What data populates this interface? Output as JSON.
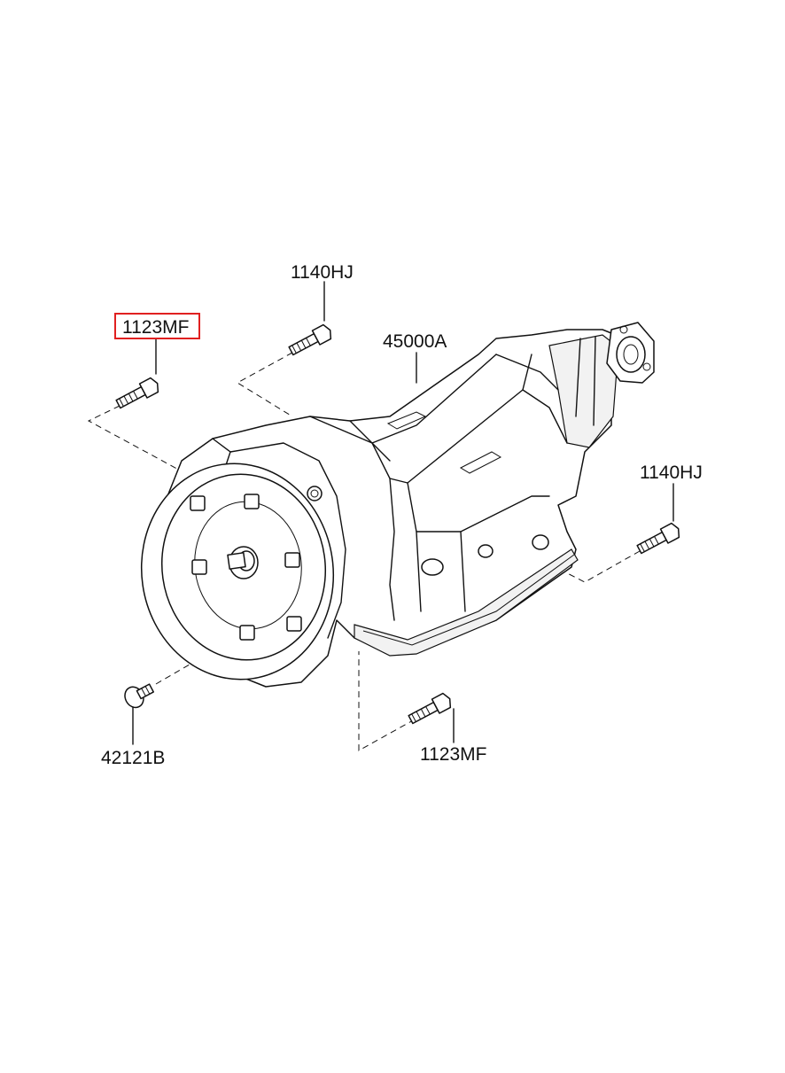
{
  "labels": {
    "bolt_top_left": "1123MF",
    "bolt_top_center": "1140HJ",
    "assembly": "45000A",
    "bolt_right": "1140HJ",
    "bolt_bottom_left": "42121B",
    "bolt_bottom_center": "1123MF"
  },
  "highlighted_label": "bolt_top_left",
  "colors": {
    "highlight_border": "#e02020",
    "line": "#111111",
    "background": "#ffffff"
  }
}
